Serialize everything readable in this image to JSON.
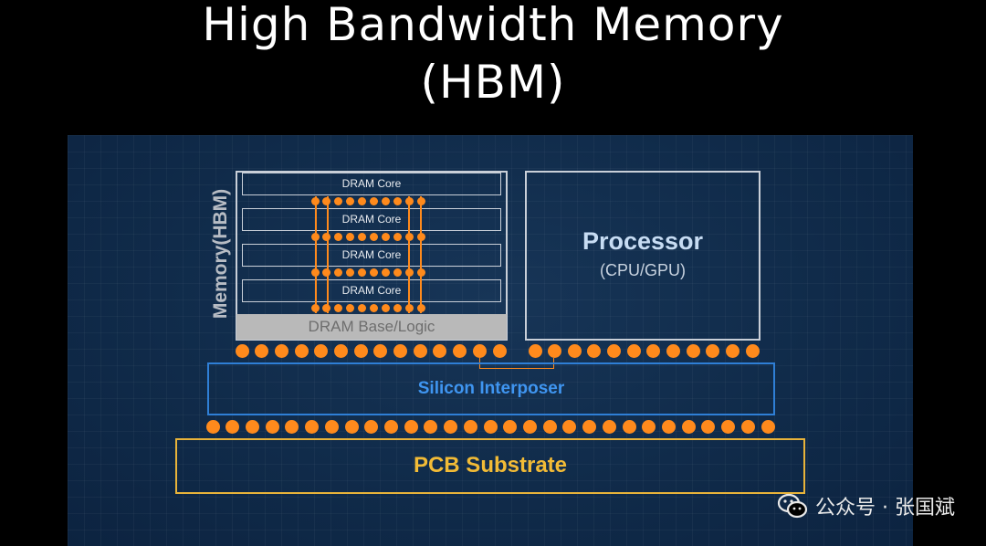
{
  "title": {
    "line1": "High Bandwidth Memory",
    "line2": "(HBM)"
  },
  "memory": {
    "label": "Memory(HBM)",
    "dram_layers": [
      "DRAM Core",
      "DRAM Core",
      "DRAM Core",
      "DRAM Core"
    ],
    "base_logic": "DRAM Base/Logic"
  },
  "processor": {
    "title": "Processor",
    "subtitle": "(CPU/GPU)"
  },
  "interposer": {
    "label": "Silicon Interposer"
  },
  "pcb": {
    "label": "PCB Substrate"
  },
  "watermark": {
    "text": "公众号 · 张国斌",
    "icon": "wechat-icon"
  },
  "colors": {
    "bump": "#ff8a1c",
    "interposer": "#2f7fd6",
    "pcb": "#e8b33a",
    "panel": "#112d4c"
  }
}
